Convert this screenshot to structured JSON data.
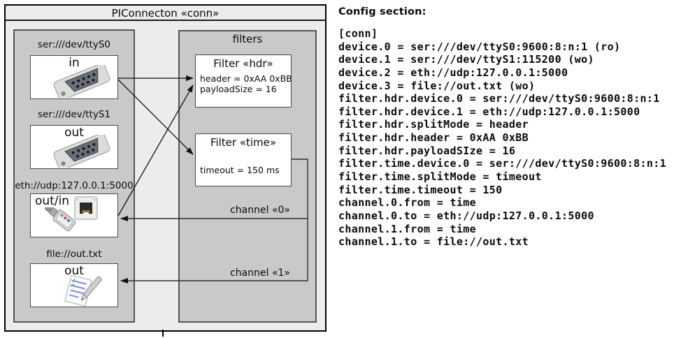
{
  "diagram": {
    "title": "PIConnecton «conn»",
    "devices_panel": {
      "devices": [
        {
          "label": "ser:///dev/ttyS0",
          "port": "in",
          "icon": "serial-connector-icon"
        },
        {
          "label": "ser:///dev/ttyS1",
          "port": "out",
          "icon": "serial-connector-icon"
        },
        {
          "label": "eth://udp:127.0.0.1:5000",
          "port": "out/in",
          "icon": "ethernet-connector-icon"
        },
        {
          "label": "file://out.txt",
          "port": "out",
          "icon": "notepad-icon"
        }
      ]
    },
    "filters_panel": {
      "title": "filters",
      "filters": [
        {
          "title": "Filter «hdr»",
          "attributes": [
            "header = 0xAA 0xBB",
            "payloadSize = 16"
          ]
        },
        {
          "title": "Filter «time»",
          "attributes": [
            "timeout = 150 ms"
          ]
        }
      ],
      "channels": [
        {
          "label": "channel «0»"
        },
        {
          "label": "channel «1»"
        }
      ]
    },
    "colors": {
      "frame_bg": "#ececec",
      "panel_bg": "#c9c9c9",
      "box_bg": "#ffffff",
      "line": "#1a1a1a"
    }
  },
  "config": {
    "heading": "Config section:",
    "lines": [
      "[conn]",
      "device.0 = ser:///dev/ttyS0:9600:8:n:1 (ro)",
      "device.1 = ser:///dev/ttyS1:115200 (wo)",
      "device.2 = eth://udp:127.0.0.1:5000",
      "device.3 = file://out.txt (wo)",
      "filter.hdr.device.0 = ser:///dev/ttyS0:9600:8:n:1",
      "filter.hdr.device.1 = eth://udp:127.0.0.1:5000",
      "filter.hdr.splitMode = header",
      "filter.hdr.header = 0xAA 0xBB",
      "filter.hdr.payloadSIze = 16",
      "filter.time.device.0 = ser:///dev/ttyS0:9600:8:n:1",
      "filter.time.splitMode = timeout",
      "filter.time.timeout = 150",
      "channel.0.from = time",
      "channel.0.to = eth://udp:127.0.0.1:5000",
      "channel.1.from = time",
      "channel.1.to = file://out.txt"
    ]
  }
}
